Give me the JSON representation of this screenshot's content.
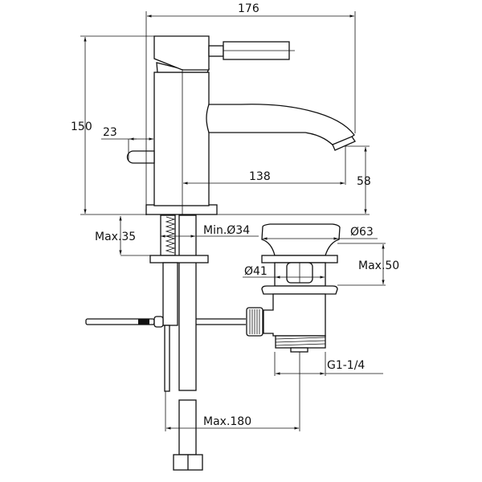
{
  "drawing": {
    "title": "Basin mixer tap with pop-up waste — dimension drawing",
    "dimensions": {
      "overall_width": "176",
      "overall_height": "150",
      "pull_rod_offset": "23",
      "spout_reach": "138",
      "spout_height": "58",
      "max_deck_thickness": "Max.35",
      "min_hole_diameter": "Min.Ø34",
      "waste_cap_diameter": "Ø63",
      "waste_body_diameter": "Ø41",
      "max_basin_thickness": "Max.50",
      "waste_thread": "G1-1/4",
      "max_centre_distance": "Max.180"
    },
    "colors": {
      "line": "#111111",
      "background": "#ffffff"
    }
  }
}
